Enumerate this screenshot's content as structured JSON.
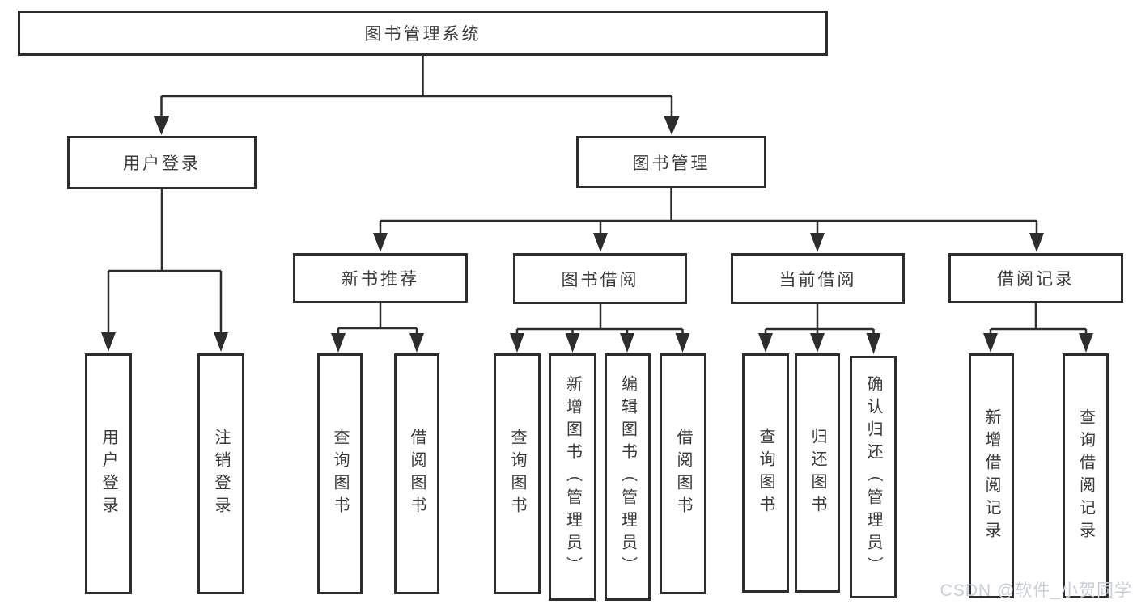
{
  "root": {
    "label": "图书管理系统"
  },
  "level2": [
    {
      "label": "用户登录"
    },
    {
      "label": "图书管理"
    }
  ],
  "level3": [
    {
      "label": "新书推荐"
    },
    {
      "label": "图书借阅"
    },
    {
      "label": "当前借阅"
    },
    {
      "label": "借阅记录"
    }
  ],
  "leaves": {
    "user_login": [
      "用户登录",
      "注销登录"
    ],
    "new_book_recommend": [
      "查询图书",
      "借阅图书"
    ],
    "book_borrow": [
      "查询图书",
      "新增图书（管理员）",
      "编辑图书（管理员）",
      "借阅图书"
    ],
    "current_borrow": [
      "查询图书",
      "归还图书",
      "确认归还（管理员）"
    ],
    "borrow_record": [
      "新增借阅记录",
      "查询借阅记录"
    ]
  },
  "watermark": "CSDN @软件_小贺同学",
  "colors": {
    "line": "#2d2d2d",
    "box_border": "#2d2d2d",
    "text": "#3a3a3a",
    "background": "#ffffff",
    "watermark": "#c9ced6"
  }
}
